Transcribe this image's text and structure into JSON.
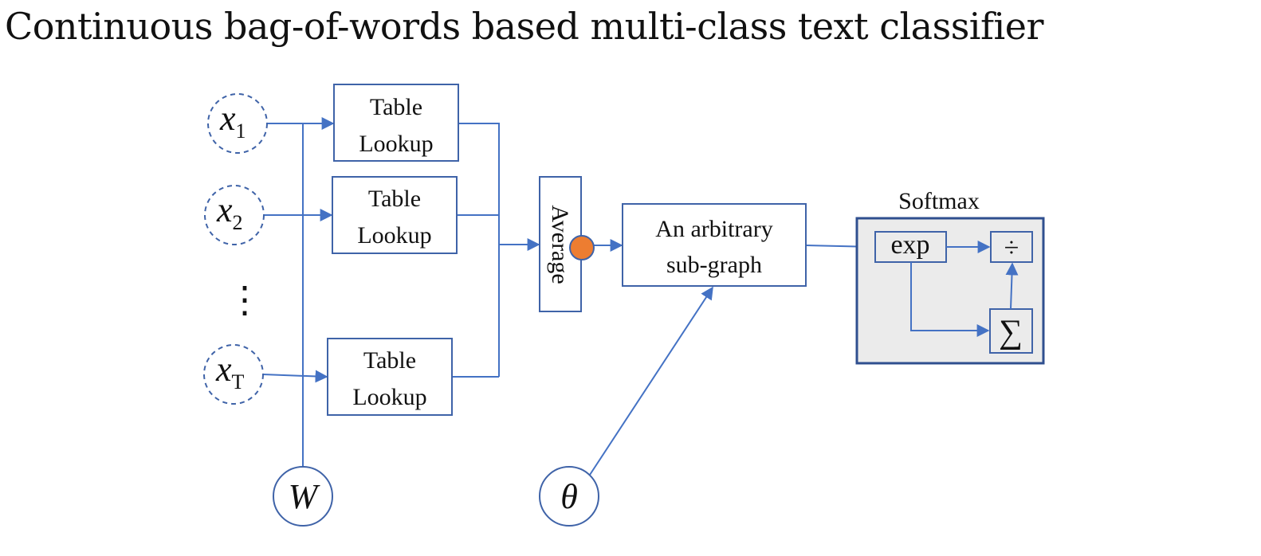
{
  "slide": {
    "title": "Continuous bag-of-words based multi-class text classifier"
  },
  "diagram": {
    "inputs": [
      {
        "symbol": "x",
        "subscript": "1"
      },
      {
        "symbol": "x",
        "subscript": "2"
      },
      {
        "symbol": "x",
        "subscript": "T"
      }
    ],
    "ellipsis": "⋮",
    "lookup_boxes": [
      {
        "line1": "Table",
        "line2": "Lookup"
      },
      {
        "line1": "Table",
        "line2": "Lookup"
      },
      {
        "line1": "Table",
        "line2": "Lookup"
      }
    ],
    "average_label": "Average",
    "subgraph": {
      "line1": "An arbitrary",
      "line2": "sub-graph"
    },
    "softmax": {
      "title": "Softmax",
      "exp_label": "exp",
      "divide_symbol": "÷",
      "sum_symbol": "∑"
    },
    "param_w": "W",
    "param_theta": "θ",
    "colors": {
      "line": "#4472c4",
      "box_stroke": "#3f63a8",
      "dot": "#ed7d31",
      "softmax_fill": "#ebebeb",
      "softmax_stroke": "#2f4f8f"
    }
  }
}
